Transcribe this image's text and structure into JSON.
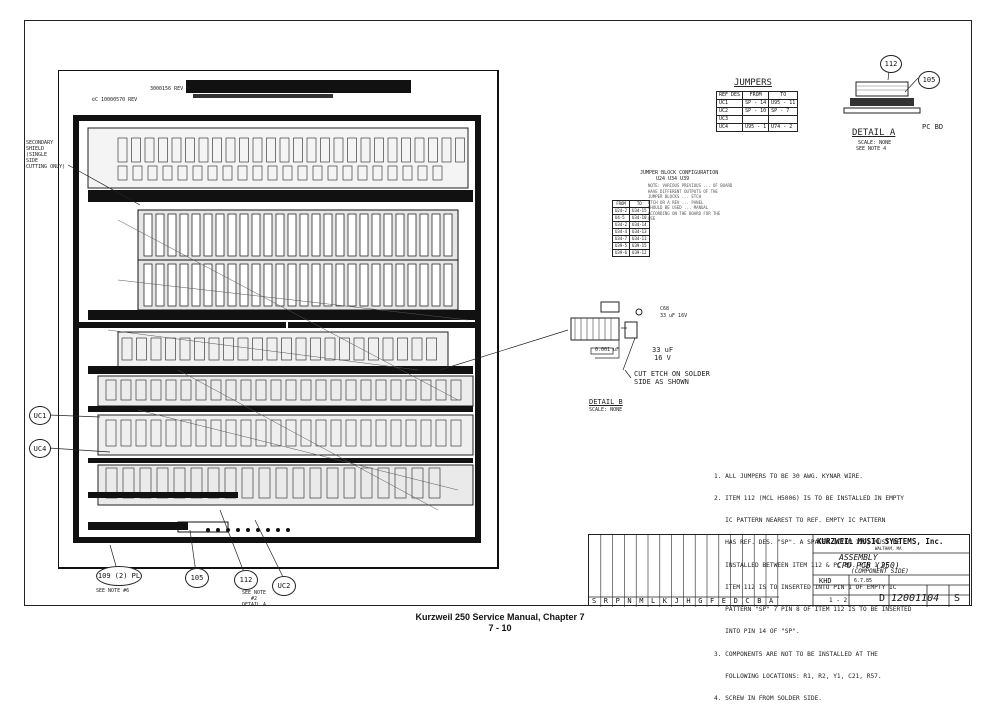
{
  "footer": {
    "title": "Kurzweil 250 Service Manual, Chapter 7",
    "page": "7 - 10"
  },
  "board": {
    "header_code": "3000156 REV H",
    "copyright": "©C  10000570 REV"
  },
  "left_note": {
    "lines": [
      "SECONDARY",
      "SHIELD",
      "(SINGLE",
      "SIDE",
      "CUTTING ONLY)"
    ]
  },
  "callouts": {
    "uc1": "UC1",
    "uc4": "UC4",
    "item_109": "109 (2) PL",
    "item_109_note": "SEE NOTE #6",
    "item_105": "105",
    "item_112": "112",
    "item_112_note": [
      "SEE NOTE",
      "#2",
      "DETAIL A"
    ],
    "item_uc2": "UC2"
  },
  "jumpers": {
    "title": "JUMPERS",
    "headers": [
      "REF DES",
      "FROM",
      "TO"
    ],
    "rows": [
      [
        "UC1",
        "SP - 14",
        "U95 - 11"
      ],
      [
        "UC2",
        "SP - 10",
        "SP - 7"
      ],
      [
        "UC3",
        "",
        ""
      ],
      [
        "UC4",
        "U95 - 1",
        "U74 - 2"
      ]
    ]
  },
  "detail_a": {
    "item_112": "112",
    "item_105": "105",
    "pc_bd": "PC BD",
    "title": "DETAIL A",
    "scale": "SCALE: NONE",
    "note": "SEE NOTE 4"
  },
  "jumper_block": {
    "title": "JUMPER BLOCK CONFIGURATION",
    "subtitle": "U24 U34 U39",
    "note_lines": [
      "NOTE: VARIOUS PREVIOUS ... OF BOARD",
      "HAVE DIFFERENT OUTPUTS OF THE",
      "JUMPER BLOCKS ... ETCH",
      "ETCH OR A REV ... PANEL",
      "SHOULD BE USED ... MANUAL",
      "ACCORDING ON THE BOARD FOR THE",
      "USE"
    ],
    "headers": [
      "FROM",
      "TO"
    ],
    "rows": [
      [
        "U24-2",
        "U34-15"
      ],
      [
        "U4-5",
        "U34-10"
      ],
      [
        "U34-2",
        "U34-14"
      ],
      [
        "U34-4",
        "U34-13"
      ],
      [
        "U34-7",
        "U34-11"
      ],
      [
        "U39-5",
        "U39-15"
      ],
      [
        "U39-6",
        "U39-12"
      ]
    ]
  },
  "detail_b": {
    "c68": "C68",
    "c68_val": "33 uF 16V",
    "cap_val": "0.001 uF",
    "cap_big": "33 uF",
    "cap_big_v": "16 V",
    "cut_note": [
      "CUT ETCH ON SOLDER",
      "SIDE AS SHOWN"
    ],
    "title": "DETAIL B",
    "scale": "SCALE: NONE"
  },
  "notes": [
    "1. ALL JUMPERS TO BE 30 AWG. KYNAR WIRE.",
    "2. ITEM 112 (MCL H5006) IS TO BE INSTALLED IN EMPTY",
    "   IC PATTERN NEAREST TO REF. EMPTY IC PATTERN",
    "   HAS REF. DES. \"SP\". A SPACER (ITEM 129) MUST BE",
    "   INSTALLED BETWEEN ITEM 112 & PC BD. PIN 1 OF",
    "   ITEM 112 IS TO INSERTED INTO PIN 1 OF EMPTY IC",
    "   PATTERN \"SP\" 7 PIN 8 OF ITEM 112 IS TO BE INSERTED",
    "   INTO PIN 14 OF \"SP\".",
    "3. COMPONENTS ARE NOT TO BE INSTALLED AT THE",
    "   FOLLOWING LOCATIONS: R1, R2, Y1, C21, R57.",
    "4. SCREW IN FROM SOLDER SIDE."
  ],
  "title_block": {
    "company": "KURZWEIL MUSIC SYSTEMS, Inc.",
    "city": "WALTHAM, MA",
    "title1": "ASSEMBLY",
    "title2": "CPU PCB (250)",
    "title3": "(COMPONENT SIDE)",
    "drawn": "KHD",
    "date": "6.7.85",
    "size": "D",
    "dwg_no": "12001104",
    "rev": "S",
    "sheet": "1 - 2",
    "rev_letters": [
      "S",
      "R",
      "P",
      "N",
      "M",
      "L",
      "K",
      "J",
      "H",
      "G",
      "F",
      "E",
      "D",
      "C",
      "B",
      "A"
    ]
  }
}
